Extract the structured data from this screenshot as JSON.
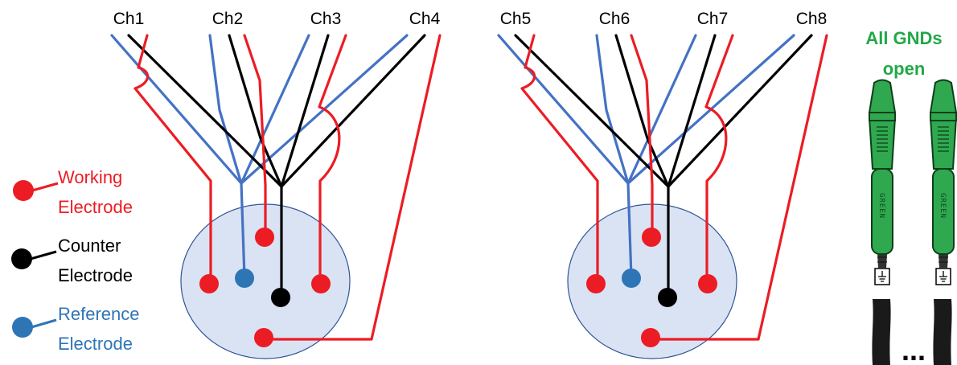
{
  "channels": [
    "Ch1",
    "Ch2",
    "Ch3",
    "Ch4",
    "Ch5",
    "Ch6",
    "Ch7",
    "Ch8"
  ],
  "legend": {
    "working": {
      "line1": "Working",
      "line2": "Electrode"
    },
    "counter": {
      "line1": "Counter",
      "line2": "Electrode"
    },
    "reference": {
      "line1": "Reference",
      "line2": "Electrode"
    }
  },
  "gnd": {
    "line1": "All GNDs",
    "line2": "open"
  },
  "plug_text": "GREEN",
  "ellipsis": "...",
  "colors": {
    "working": "#ec1c24",
    "counter": "#000000",
    "reference": "#4472c4",
    "dot_reference": "#2e75b6",
    "cell_fill": "#dae3f3",
    "cell_stroke": "#2f5597",
    "gnd_text": "#22a846",
    "plug": "#2fa84f"
  }
}
